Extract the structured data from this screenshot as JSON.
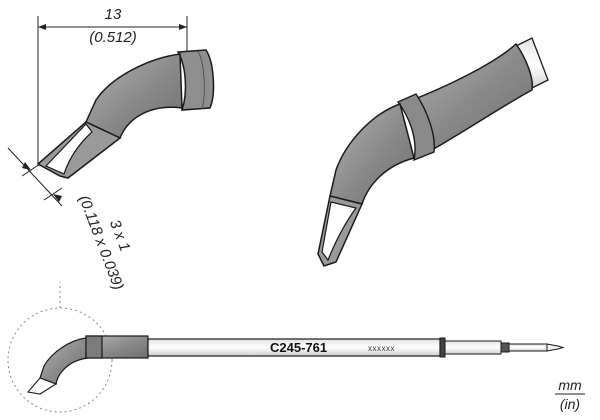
{
  "dimensions": {
    "length_mm": "13",
    "length_in": "(0.512)",
    "tip_mm": "3 x 1",
    "tip_in": "(0.118 x 0.039)"
  },
  "cartridge": {
    "model": "C245-761",
    "serial": "xxxxxx"
  },
  "units": {
    "primary": "mm",
    "secondary": "(in)"
  },
  "colors": {
    "tip_body": "#8a8a8a",
    "tip_highlight": "#bdbdbd",
    "tip_face": "#ffffff",
    "outline": "#1a1a1a",
    "dim_line": "#222222"
  }
}
